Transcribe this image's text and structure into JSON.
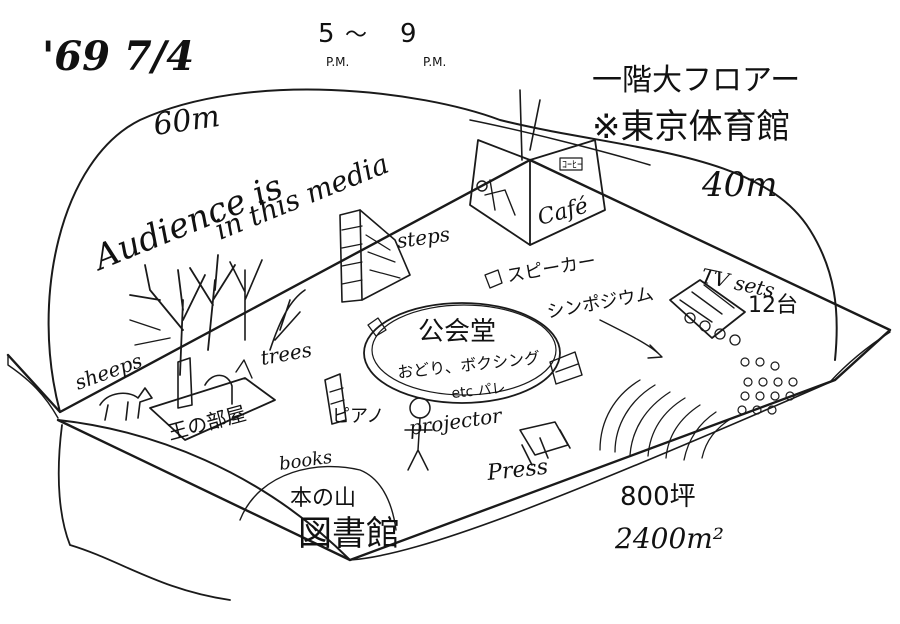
{
  "header": {
    "date": "'69 7/4",
    "time_start": "5",
    "time_start_unit": "P.M.",
    "time_sep": "〜",
    "time_end": "9",
    "time_end_unit": "P.M."
  },
  "venue": {
    "floor": "一階大フロアー",
    "name": "※東京体育館",
    "width": "40m",
    "depth": "60m",
    "tsubo": "800坪",
    "area": "2400m²"
  },
  "concept": [
    "Audience is",
    "in this media"
  ],
  "labels": {
    "cafe": "Café",
    "cafe_sign": "ｺｰﾋｰ",
    "steps": "steps",
    "speaker": "スピーカー",
    "symposium": "シンポジウム",
    "tv_sets": "TV sets",
    "tv_count": "12台",
    "public_hall": "公会堂",
    "hall_line1": "おどり、ボクシング",
    "hall_line2": "etc パレ",
    "sheeps": "sheeps",
    "trees": "trees",
    "kings_room": "王の部屋",
    "piano": "ピアノ",
    "projector": "projector",
    "books": "books",
    "book_mountain": "本の山",
    "library": "図書館",
    "press": "Press"
  }
}
